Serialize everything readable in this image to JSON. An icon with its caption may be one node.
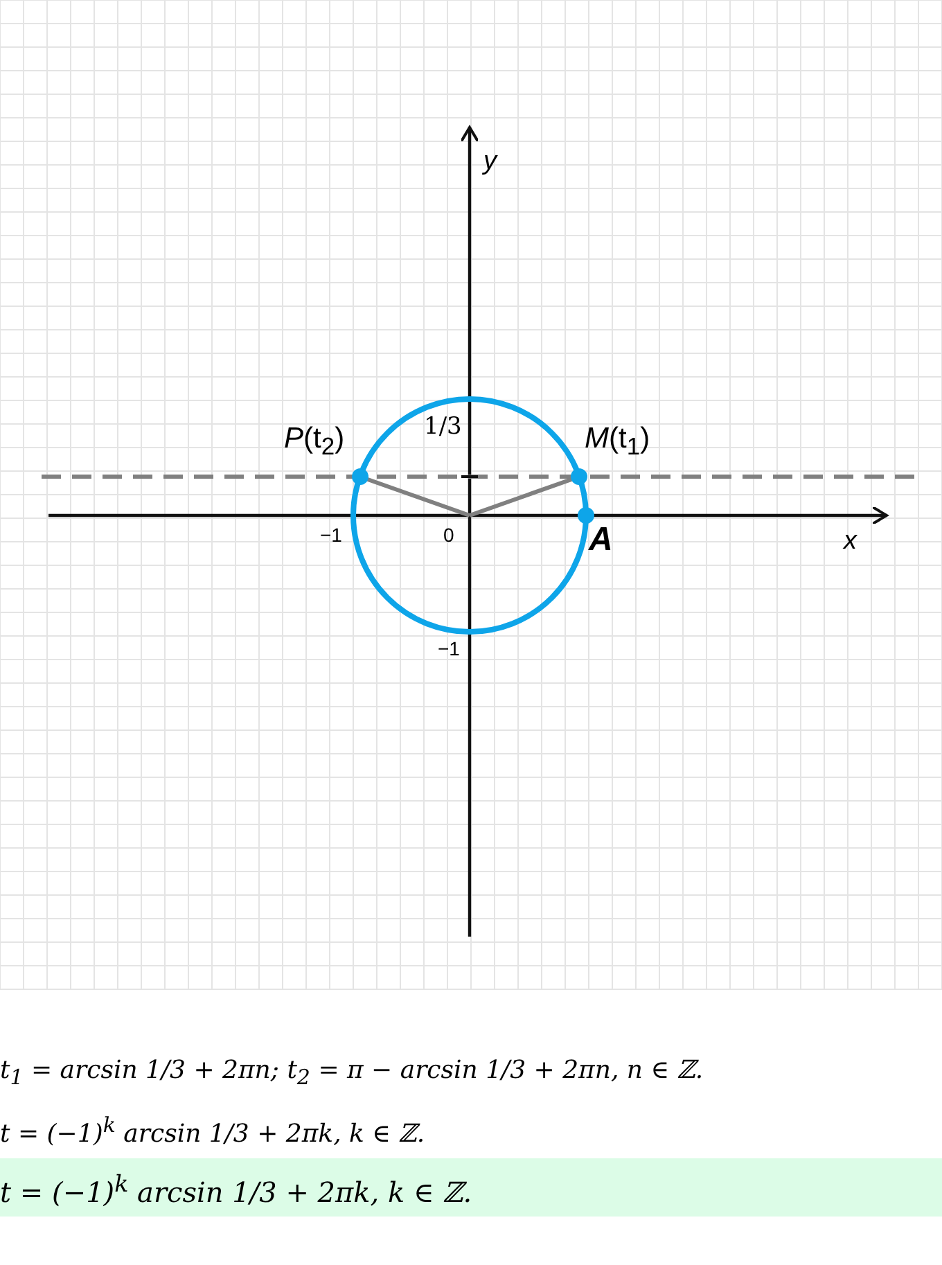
{
  "diagram": {
    "nodes": [
      {
        "text": [
          "0"
        ]
      },
      {
        "text": [
          "*P*(t$_{2}$)"
        ]
      },
      {
        "text": [
          "*M*(t$_{1}$)"
        ]
      },
      {
        "text": [
          "A"
        ]
      }
    ],
    "edges": [
      {
        "from": 0,
        "to": 1,
        "arrow": "none"
      },
      {
        "from": 0,
        "to": 2,
        "arrow": "none"
      }
    ],
    "labels": [
      "y",
      "1/3",
      "−1",
      "x",
      "−1",
      "t$_{1}$ = arcsin 1/3 + 2πn; t$_{2}$ = π − arcsin 1/3 + 2πn, n ∈ ℤ.",
      "t = (−1)$^{k}$ arcsin 1/3 + 2πk,  k ∈ ℤ.",
      "t = (−1)$^{k}$ arcsin 1/3 + 2πk,  k ∈ ℤ."
    ]
  }
}
